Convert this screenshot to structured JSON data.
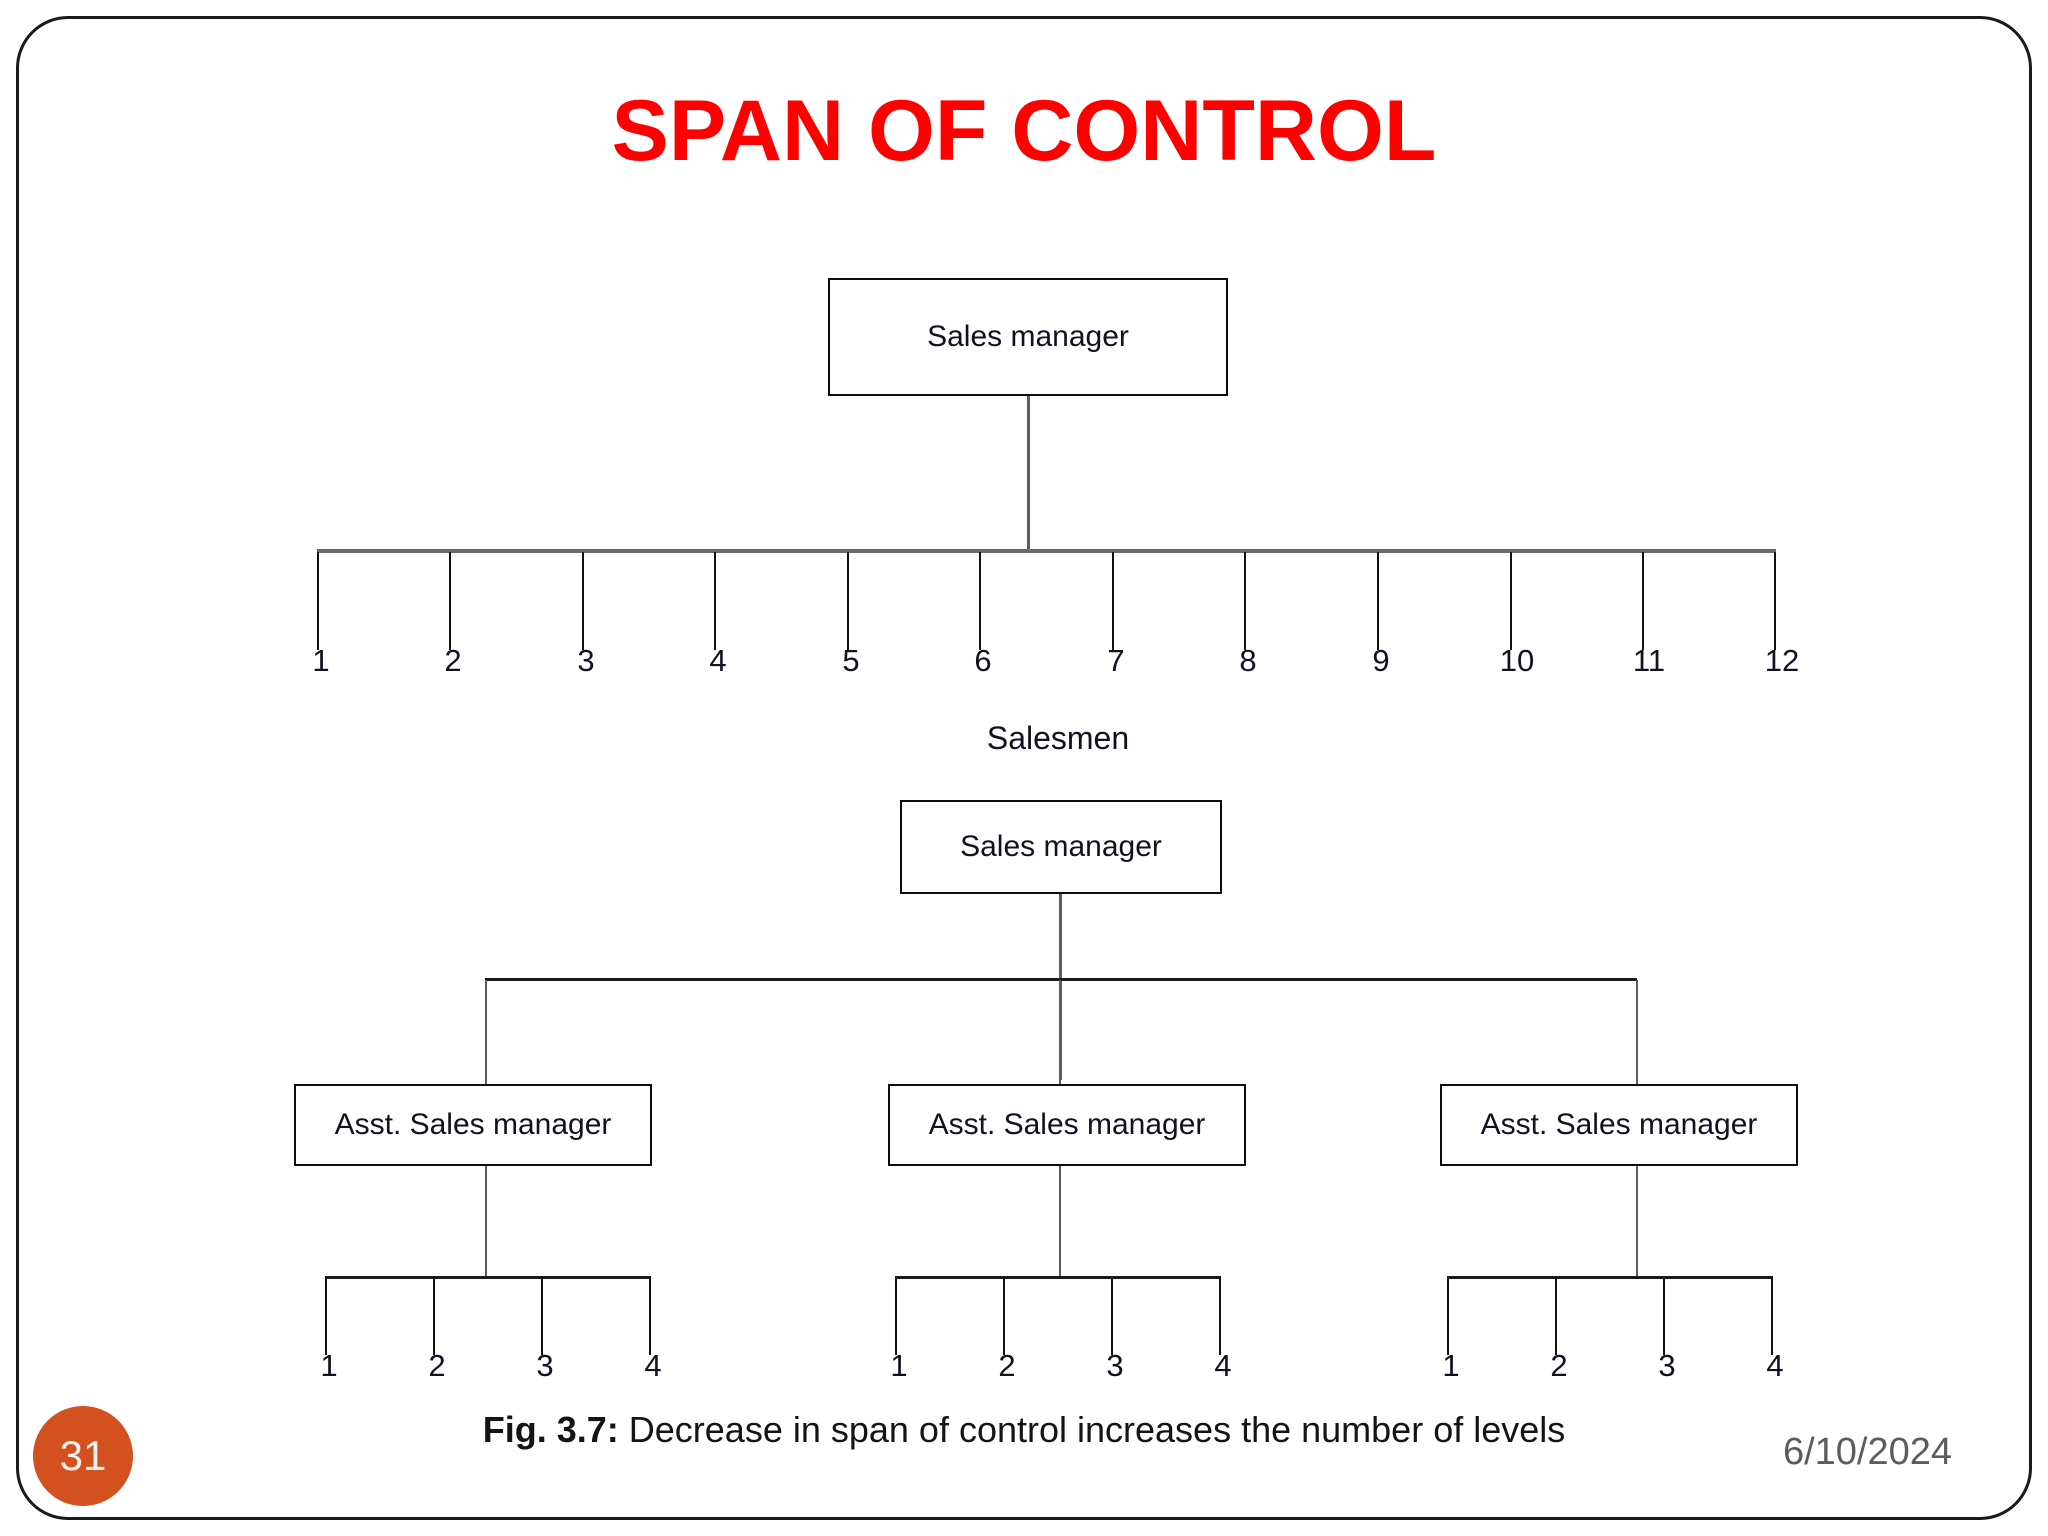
{
  "slide": {
    "title": "SPAN OF CONTROL",
    "title_color": "#fe0000",
    "badge_color": "#d3501f",
    "page_number": "31",
    "date": "6/10/2024",
    "caption_prefix": "Fig. 3.7:",
    "caption_text": " Decrease in span of control increases the number of levels"
  },
  "diagram_top": {
    "root_label": "Sales manager",
    "group_label": "Salesmen",
    "tick_labels": [
      "1",
      "2",
      "3",
      "4",
      "5",
      "6",
      "7",
      "8",
      "9",
      "10",
      "11",
      "12"
    ]
  },
  "diagram_bottom": {
    "root_label": "Sales manager",
    "branches": [
      {
        "label": "Asst. Sales manager",
        "tick_labels": [
          "1",
          "2",
          "3",
          "4"
        ]
      },
      {
        "label": "Asst. Sales manager",
        "tick_labels": [
          "1",
          "2",
          "3",
          "4"
        ]
      },
      {
        "label": "Asst. Sales manager",
        "tick_labels": [
          "1",
          "2",
          "3",
          "4"
        ]
      }
    ]
  },
  "chart_data": {
    "type": "diagram",
    "title": "SPAN OF CONTROL",
    "caption": "Fig. 3.7: Decrease in span of control increases the number of levels",
    "charts": [
      {
        "name": "wide-span",
        "root": "Sales manager",
        "subordinate_group": "Salesmen",
        "subordinate_count": 12,
        "levels": 2
      },
      {
        "name": "narrow-span",
        "root": "Sales manager",
        "middle_layer": [
          "Asst. Sales manager",
          "Asst. Sales manager",
          "Asst. Sales manager"
        ],
        "subordinates_per_branch": 4,
        "levels": 3
      }
    ]
  }
}
